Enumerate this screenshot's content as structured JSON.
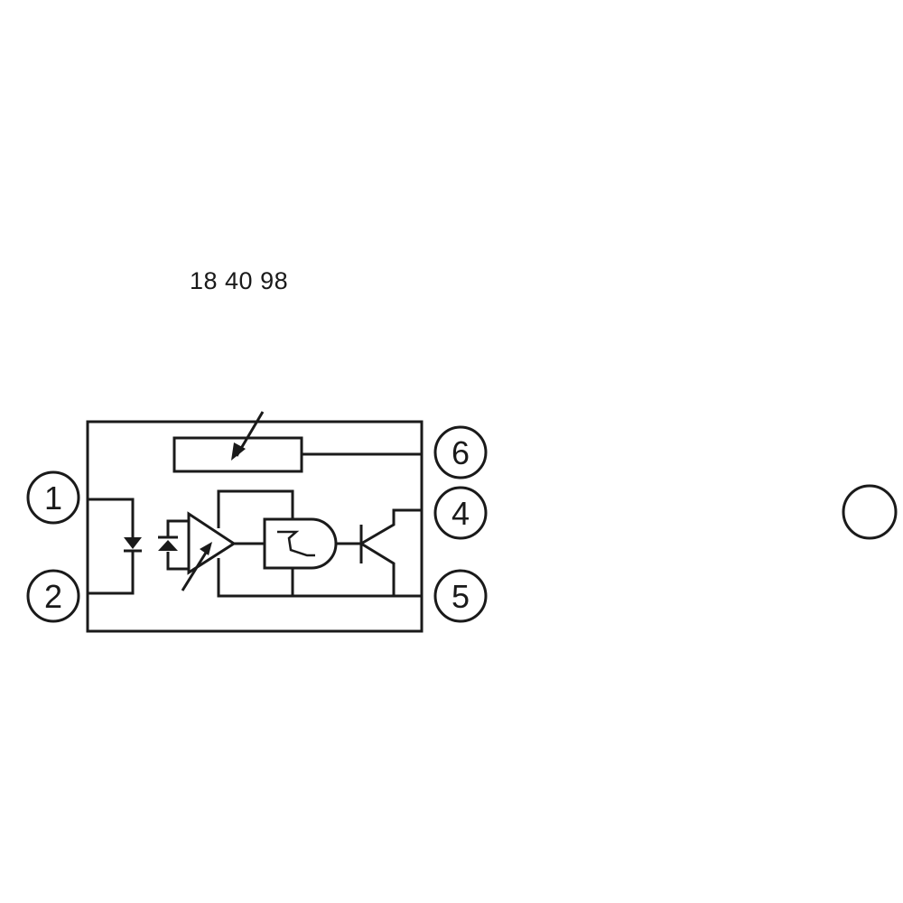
{
  "diagram": {
    "reference_number": "18 40 98",
    "colors": {
      "stroke": "#1a1a1a",
      "background": "#ffffff"
    },
    "terminals": [
      {
        "id": "pin-1",
        "label": "1",
        "side": "left"
      },
      {
        "id": "pin-2",
        "label": "2",
        "side": "left"
      },
      {
        "id": "pin-6",
        "label": "6",
        "side": "right"
      },
      {
        "id": "pin-4",
        "label": "4",
        "side": "right"
      },
      {
        "id": "pin-5",
        "label": "5",
        "side": "right"
      }
    ],
    "components": [
      "adjustable-resistor",
      "led-emitter",
      "photodiode-receiver",
      "adjustable-amplifier",
      "schmitt-trigger-and-gate",
      "npn-transistor-output"
    ],
    "extra_symbol": "empty-circle"
  }
}
